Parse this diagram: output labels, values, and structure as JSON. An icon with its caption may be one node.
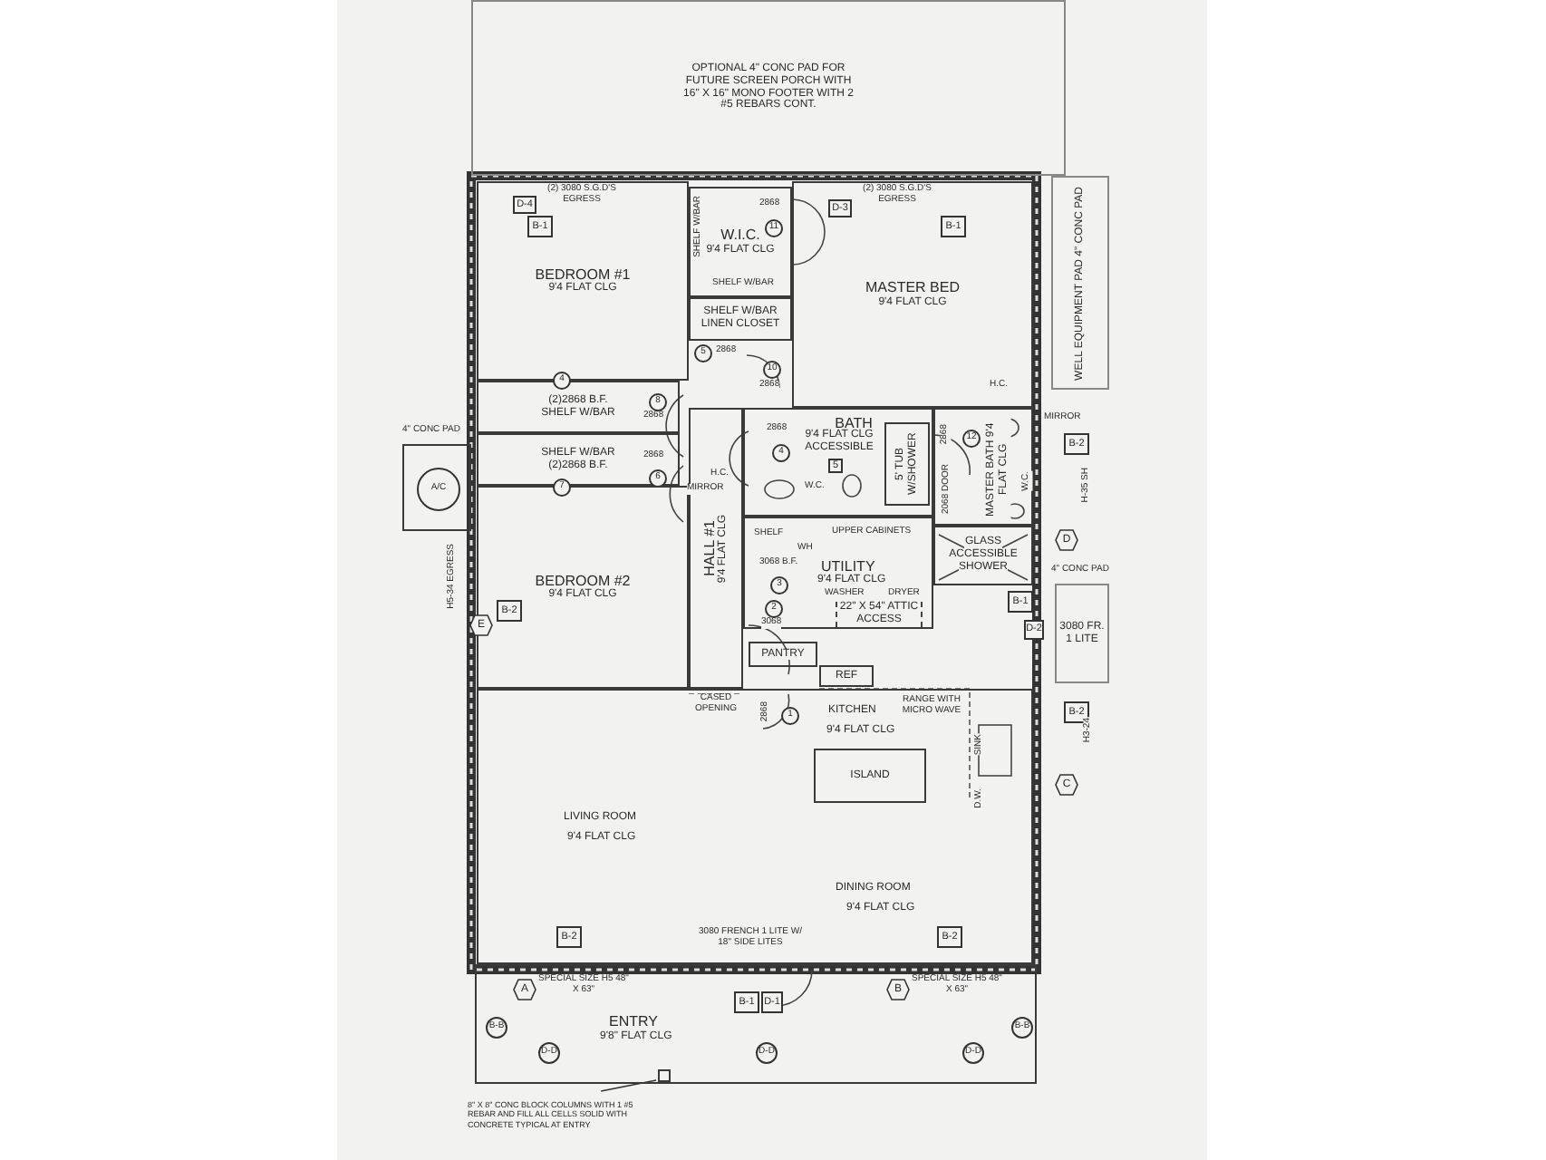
{
  "diagram": {
    "nodes": [
      {
        "text": [
          "OPTIONAL 4\" CONC PAD FOR FUTURE SCREEN PORCH WITH 16\" X 16\" MONO FOOTER WITH 2 #5 REBARS CONT."
        ]
      },
      {
        "text": [
          "WELL EQUIPMENT PAD 4\" CONC PAD"
        ]
      },
      {
        "text": [
          "BEDROOM #1",
          "9'4 FLAT CLG"
        ]
      },
      {
        "text": [
          "W.I.C.",
          "9'4 FLAT CLG"
        ]
      },
      {
        "text": [
          "SHELF W/BAR",
          "LINEN CLOSET"
        ]
      },
      {
        "text": [
          "MASTER BED",
          "9'4 FLAT CLG"
        ]
      },
      {
        "text": [
          "(2)2868 B.F.",
          "SHELF W/BAR"
        ]
      },
      {
        "text": [
          "SHELF W/BAR",
          "(2)2868 B.F."
        ]
      },
      {
        "text": [
          "BEDROOM #2",
          "9'4 FLAT CLG"
        ]
      },
      {
        "text": [
          "HALL #1",
          "9'4 FLAT CLG"
        ]
      },
      {
        "text": [
          "BATH",
          "9'4 FLAT CLG ACCESSIBLE"
        ]
      },
      {
        "text": [
          "5' TUB W/SHOWER"
        ],
        "in": 10
      },
      {
        "text": [
          "MASTER BATH 9'4 FLAT CLG"
        ]
      },
      {
        "text": [
          "GLASS",
          "ACCESSIBLE",
          "SHOWER"
        ]
      },
      {
        "text": [
          "UTILITY",
          "9'4 FLAT CLG"
        ]
      },
      {
        "text": [
          "22\" X 54\" ATTIC ACCESS"
        ],
        "in": 14
      },
      {
        "text": [
          "PANTRY"
        ]
      },
      {
        "text": [
          "REF"
        ]
      },
      {
        "text": [
          "KITCHEN",
          "9'4 FLAT CLG",
          "LIVING ROOM",
          "9'4 FLAT CLG",
          "DINING ROOM",
          "9'4 FLAT CLG"
        ]
      },
      {
        "text": [
          "ISLAND"
        ],
        "in": 18
      },
      {
        "text": [
          "ENTRY",
          "9'8\" FLAT CLG"
        ]
      },
      {
        "text": [],
        "shape": "box",
        "beside": [
          "4\" CONC PAD"
        ]
      },
      {
        "text": [
          "A/C"
        ],
        "in": 21
      },
      {
        "text": [
          "3080 FR. 1 LITE"
        ],
        "beside": [
          "4\" CONC PAD"
        ]
      },
      {
        "text": [],
        "shape": "box",
        "in": 20
      },
      {
        "text": [
          "8\" X 8\" CONC BLOCK COLUMNS WITH 1 #5 REBAR AND FILL ALL CELLS SOLID WITH CONCRETE TYPICAL AT ENTRY"
        ]
      },
      {
        "text": [
          "D-4"
        ],
        "in": 2
      },
      {
        "text": [
          "B-1"
        ],
        "in": 2
      },
      {
        "text": [
          "D-3"
        ],
        "in": 5
      },
      {
        "text": [
          "B-1"
        ],
        "in": 5
      },
      {
        "text": [
          "B-2"
        ]
      },
      {
        "text": [
          "B-2"
        ],
        "in": 8
      },
      {
        "text": [
          "B-1"
        ]
      },
      {
        "text": [
          "D-2"
        ]
      },
      {
        "text": [
          "B-2"
        ]
      },
      {
        "text": [
          "B-2"
        ],
        "in": 18
      },
      {
        "text": [
          "B-2"
        ],
        "in": 18
      },
      {
        "text": [
          "B-1"
        ],
        "in": 20
      },
      {
        "text": [
          "D-1"
        ],
        "in": 20
      },
      {
        "text": [
          "5"
        ],
        "in": 10
      },
      {
        "text": [
          "E"
        ]
      },
      {
        "text": [
          "D"
        ]
      },
      {
        "text": [
          "C"
        ]
      },
      {
        "text": [
          "A"
        ],
        "in": 20
      },
      {
        "text": [
          "B"
        ],
        "in": 20
      },
      {
        "text": [
          "11"
        ],
        "in": 3,
        "beside": [
          "2868"
        ]
      },
      {
        "text": [
          "5"
        ],
        "beside": [
          "2868"
        ]
      },
      {
        "text": [
          "10"
        ],
        "beside": [
          "2868"
        ]
      },
      {
        "text": [
          "8"
        ],
        "in": 6,
        "beside": [
          "2868"
        ]
      },
      {
        "text": [
          "6"
        ],
        "in": 7,
        "beside": [
          "2868"
        ]
      },
      {
        "text": [
          "4"
        ]
      },
      {
        "text": [
          "7"
        ]
      },
      {
        "text": [
          "4"
        ],
        "in": 10,
        "beside": [
          "2868"
        ]
      },
      {
        "text": [
          "12"
        ],
        "in": 12,
        "beside": [
          "2868"
        ]
      },
      {
        "text": [
          "3"
        ],
        "in": 14,
        "beside": [
          "3068 B.F."
        ]
      },
      {
        "text": [
          "2"
        ],
        "in": 14,
        "beside": [
          "3068"
        ]
      },
      {
        "text": [
          "1"
        ],
        "in": 18,
        "beside": [
          "2868"
        ]
      },
      {
        "text": [
          "B-B"
        ],
        "in": 20
      },
      {
        "text": [
          "B-B"
        ],
        "in": 20
      },
      {
        "text": [
          "D-D"
        ],
        "in": 20
      },
      {
        "text": [
          "D-D"
        ],
        "in": 20
      },
      {
        "text": [
          "D-D"
        ],
        "in": 20
      }
    ],
    "edges": [
      {
        "from": 25,
        "to": 24,
        "arrow": "none"
      }
    ],
    "labels": [
      "(2) 3080 S.G.D'S EGRESS",
      "(2) 3080 S.G.D'S EGRESS",
      "SHELF W/BAR",
      "SHELF W/BAR",
      "H.C.",
      "MIRROR",
      "W.C.",
      "H.C.",
      "MIRROR",
      "W.C.",
      "2068 DOOR",
      "SHELF",
      "WH",
      "UPPER CABINETS",
      "WASHER",
      "DRYER",
      "CASED OPENING",
      "RANGE WITH MICRO WAVE",
      "SINK",
      "D.W.",
      "H5-34 EGRESS",
      "H-35 SH",
      "H3-24",
      "3080 FRENCH 1 LITE W/ 18\" SIDE LITES",
      "SPECIAL SIZE H5 48\" X 63\"",
      "SPECIAL SIZE H5 48\" X 63\""
    ]
  }
}
